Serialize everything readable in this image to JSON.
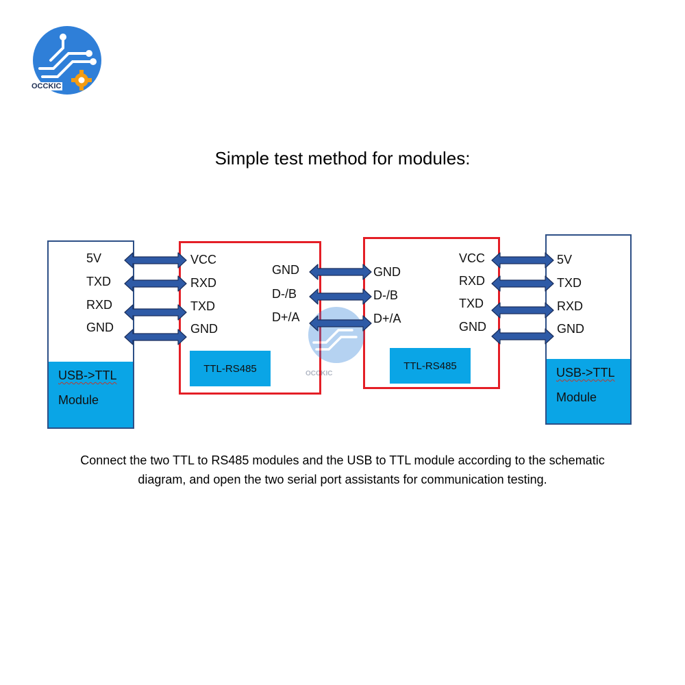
{
  "logo": {
    "icon": "circuit-logo-icon",
    "brand": "OCCKIC"
  },
  "title": "Simple test method for modules:",
  "left_usb": {
    "pins": [
      "5V",
      "TXD",
      "RXD",
      "GND"
    ],
    "label_line1": "USB->TTL",
    "label_line2": "Module"
  },
  "left_rs485": {
    "pins_left": [
      "VCC",
      "RXD",
      "TXD",
      "GND"
    ],
    "pins_right": [
      "GND",
      "D-/B",
      "D+/A"
    ],
    "tag": "TTL-RS485"
  },
  "right_rs485": {
    "pins_left": [
      "GND",
      "D-/B",
      "D+/A"
    ],
    "pins_right": [
      "VCC",
      "RXD",
      "TXD",
      "GND"
    ],
    "tag": "TTL-RS485"
  },
  "right_usb": {
    "pins": [
      "5V",
      "TXD",
      "RXD",
      "GND"
    ],
    "label_line1": "USB->TTL",
    "label_line2": "Module"
  },
  "watermark": {
    "brand": "OCCKIC"
  },
  "caption": {
    "line1": "Connect the two TTL to RS485 modules and the USB to TTL module according to the schematic",
    "line2": "diagram, and open the two serial port assistants for communication testing."
  },
  "colors": {
    "usb_border": "#2d4f86",
    "usb_label_fill": "#0aa5e6",
    "rs485_border": "#e41e26",
    "arrow_fill": "#2e5aa6",
    "arrow_outline": "#1b2f5c"
  }
}
